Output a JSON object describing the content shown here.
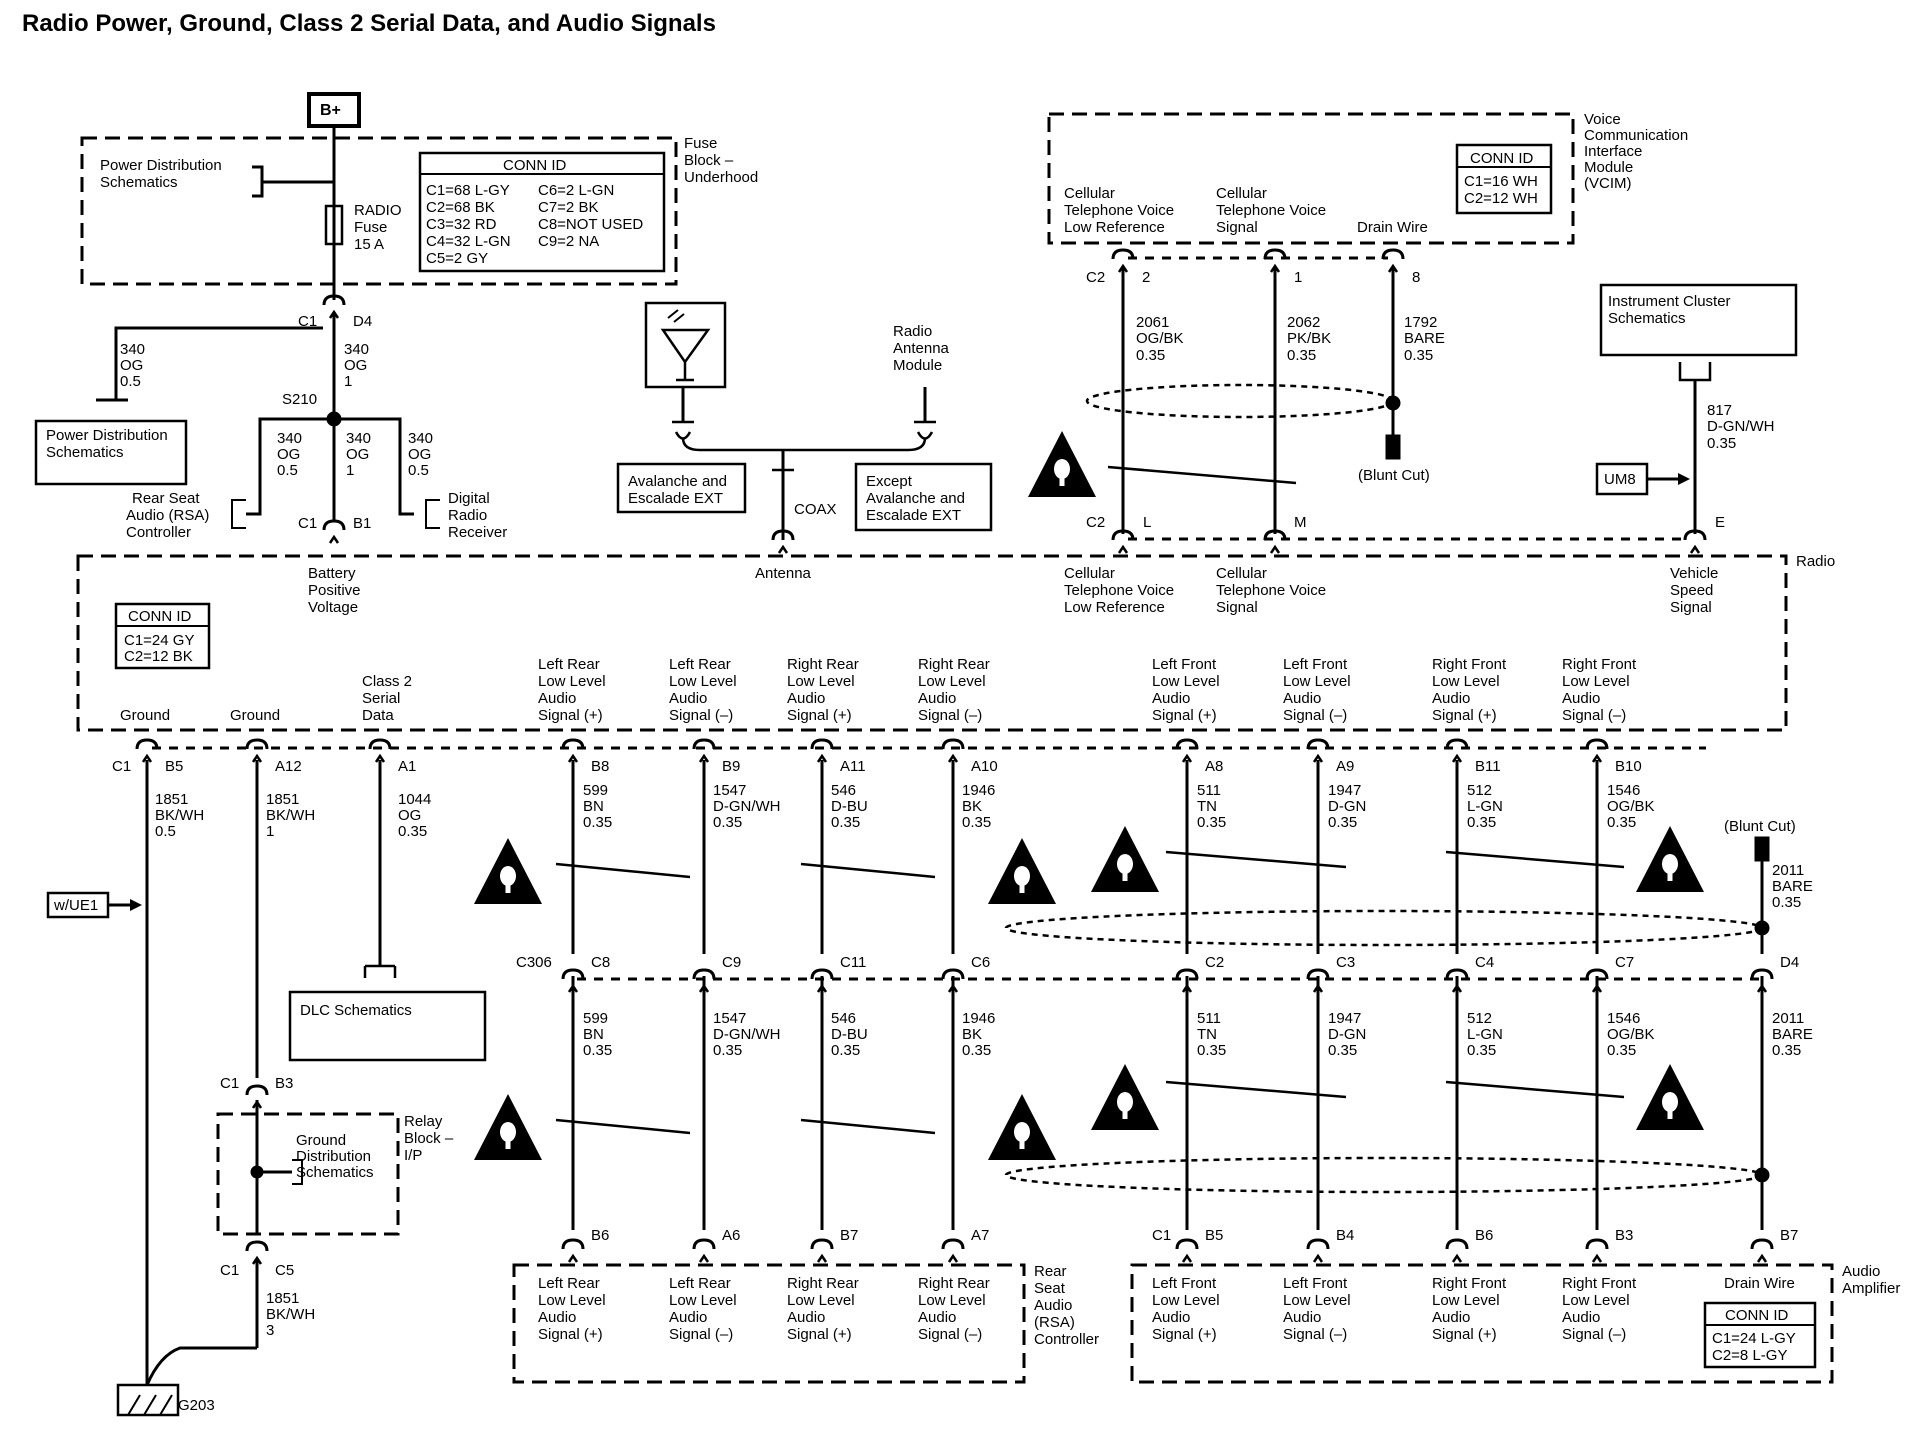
{
  "title": "Radio Power, Ground, Class 2 Serial Data, and Audio Signals",
  "labels": {
    "bplus": "B+",
    "pds_top_1": "Power Distribution",
    "pds_top_2": "Schematics",
    "radio_fuse_1": "RADIO",
    "radio_fuse_2": "Fuse",
    "radio_fuse_3": "15 A",
    "fuse_block_1": "Fuse",
    "fuse_block_2": "Block –",
    "fuse_block_3": "Underhood",
    "conn_id": "CONN ID",
    "fb_conn_1": "C1=68 L-GY",
    "fb_conn_2": "C2=68 BK",
    "fb_conn_3": "C3=32 RD",
    "fb_conn_4": "C4=32 L-GN",
    "fb_conn_5": "C5=2 GY",
    "fb_conn_6": "C6=2 L-GN",
    "fb_conn_7": "C7=2 BK",
    "fb_conn_8": "C8=NOT USED",
    "fb_conn_9": "C9=2 NA",
    "c1": "C1",
    "c2": "C2",
    "d4": "D4",
    "b1": "B1",
    "s210": "S210",
    "wire_340": "340",
    "og": "OG",
    "v05": "0.5",
    "v1": "1",
    "v035": "0.35",
    "pds_left_1": "Power Distribution",
    "pds_left_2": "Schematics",
    "rsa_1": "Rear Seat",
    "rsa_2": "Audio (RSA)",
    "rsa_3": "Controller",
    "dig_1": "Digital",
    "dig_2": "Radio",
    "dig_3": "Receiver",
    "ram_1": "Radio",
    "ram_2": "Antenna",
    "ram_3": "Module",
    "aval_1": "Avalanche and",
    "aval_2": "Escalade EXT",
    "exc_1": "Except",
    "exc_2": "Avalanche and",
    "exc_3": "Escalade EXT",
    "coax": "COAX",
    "antenna": "Antenna",
    "vcim_1": "Voice",
    "vcim_2": "Communication",
    "vcim_3": "Interface",
    "vcim_4": "Module",
    "vcim_5": "(VCIM)",
    "vcim_conn_1": "C1=16 WH",
    "vcim_conn_2": "C2=12 WH",
    "cell_1": "Cellular",
    "tvl_2": "Telephone Voice",
    "tvl_3": "Low Reference",
    "cs_2": "Telephone Voice",
    "cs_3": "Signal",
    "signal": "Signal",
    "drain": "Drain Wire",
    "pin2": "2",
    "pin1": "1",
    "pin8": "8",
    "w2061": "2061",
    "w2062": "2062",
    "w1792": "1792",
    "ogbk": "OG/BK",
    "pkbk": "PK/BK",
    "bare": "BARE",
    "blunt": "(Blunt Cut)",
    "ic_1": "Instrument Cluster",
    "ic_2": "Schematics",
    "w817": "817",
    "dgnwh": "D-GN/WH",
    "um8": "UM8",
    "pinL": "L",
    "pinM": "M",
    "pinE": "E",
    "radio": "Radio",
    "bpv_1": "Battery",
    "bpv_2": "Positive",
    "bpv_3": "Voltage",
    "vss_1": "Vehicle",
    "vss_2": "Speed",
    "vss_3": "Signal",
    "radio_conn_1": "C1=24 GY",
    "radio_conn_2": "C2=12 BK",
    "ground": "Ground",
    "cl2_1": "Class 2",
    "cl2_2": "Serial",
    "cl2_3": "Data",
    "lr_1": "Left Rear",
    "rr_1": "Right Rear",
    "lf_1": "Left Front",
    "rf_1": "Right Front",
    "llvl": "Low Level",
    "audio": "Audio",
    "sig_plus": "Signal (+)",
    "sig_minus": "Signal (–)",
    "pB5": "B5",
    "pA12": "A12",
    "pA1": "A1",
    "pB8": "B8",
    "pB9": "B9",
    "pA11": "A11",
    "pA10": "A10",
    "pA8": "A8",
    "pA9": "A9",
    "pB11": "B11",
    "pB10": "B10",
    "w1851": "1851",
    "bkwh": "BK/WH",
    "w1044": "1044",
    "w599": "599",
    "bn": "BN",
    "w1547": "1547",
    "dgnwh2": "D-GN/WH",
    "w546": "546",
    "dbu": "D-BU",
    "w1946": "1946",
    "bk": "BK",
    "w511": "511",
    "tn": "TN",
    "w1947": "1947",
    "dgn": "D-GN",
    "w512": "512",
    "lgn": "L-GN",
    "w1546": "1546",
    "ogbk2": "OG/BK",
    "w2011": "2011",
    "wue1": "w/UE1",
    "dlc": "DLC Schematics",
    "c306": "C306",
    "cC8": "C8",
    "cC9": "C9",
    "cC11": "C11",
    "cC6": "C6",
    "cC2": "C2",
    "cC3": "C3",
    "cC4": "C4",
    "cC7": "C7",
    "cD4": "D4",
    "b3": "B3",
    "c5": "C5",
    "relay_1": "Relay",
    "relay_2": "Block –",
    "relay_3": "I/P",
    "gds_1": "Ground",
    "gds_2": "Distribution",
    "gds_3": "Schematics",
    "w3": "3",
    "g203": "G203",
    "pB6": "B6",
    "pA6": "A6",
    "pB7": "B7",
    "pA7": "A7",
    "pB4": "B4",
    "pB3": "B3",
    "rsa2_1": "Rear",
    "rsa2_2": "Seat",
    "rsa2_3": "Audio",
    "rsa2_4": "(RSA)",
    "rsa2_5": "Controller",
    "amp_1": "Audio",
    "amp_2": "Amplifier",
    "amp_conn_1": "C1=24 L-GY",
    "amp_conn_2": "C2=8 L-GY"
  }
}
